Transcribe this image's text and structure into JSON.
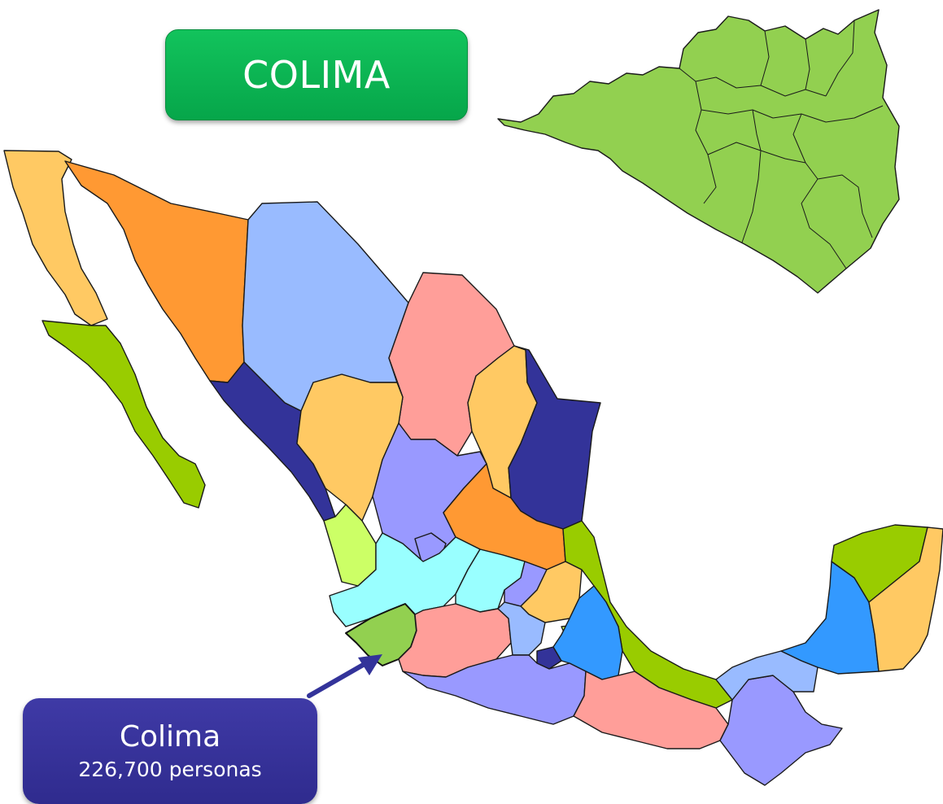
{
  "title": "COLIMA",
  "highlight": {
    "name": "Colima",
    "population": "226,700 personas"
  },
  "colors": {
    "title_box": "#09b652",
    "info_box": "#38349c",
    "highlight_state": "#92d050",
    "outline": "#1a1a1a"
  }
}
